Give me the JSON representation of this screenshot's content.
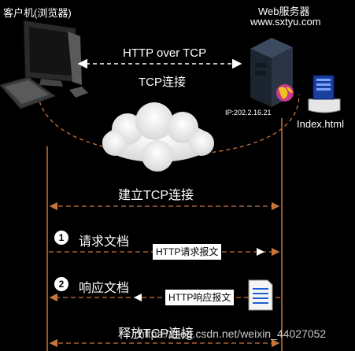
{
  "labels": {
    "client": "客户机(浏览器)",
    "server": "Web服务器",
    "server_url": "www.sxtyu.com",
    "http_over_tcp": "HTTP over TCP",
    "tcp_connection": "TCP连接",
    "ip": "IP:202.2.16.21",
    "file": "Index.html"
  },
  "steps": {
    "establish": "建立TCP连接",
    "request_number": "1",
    "request": "请求文档",
    "request_message": "HTTP请求报文",
    "response_number": "2",
    "response": "响应文档",
    "response_message": "HTTP响应报文",
    "release": "释放TCP连接"
  },
  "watermark": "https://blog.csdn.net/weixin_44027052",
  "colors": {
    "background": "#000000",
    "timeline": "#c8743a",
    "arrow_dashed": "#c8743a",
    "text": "#ffffff",
    "message_box": "#ffffff"
  }
}
